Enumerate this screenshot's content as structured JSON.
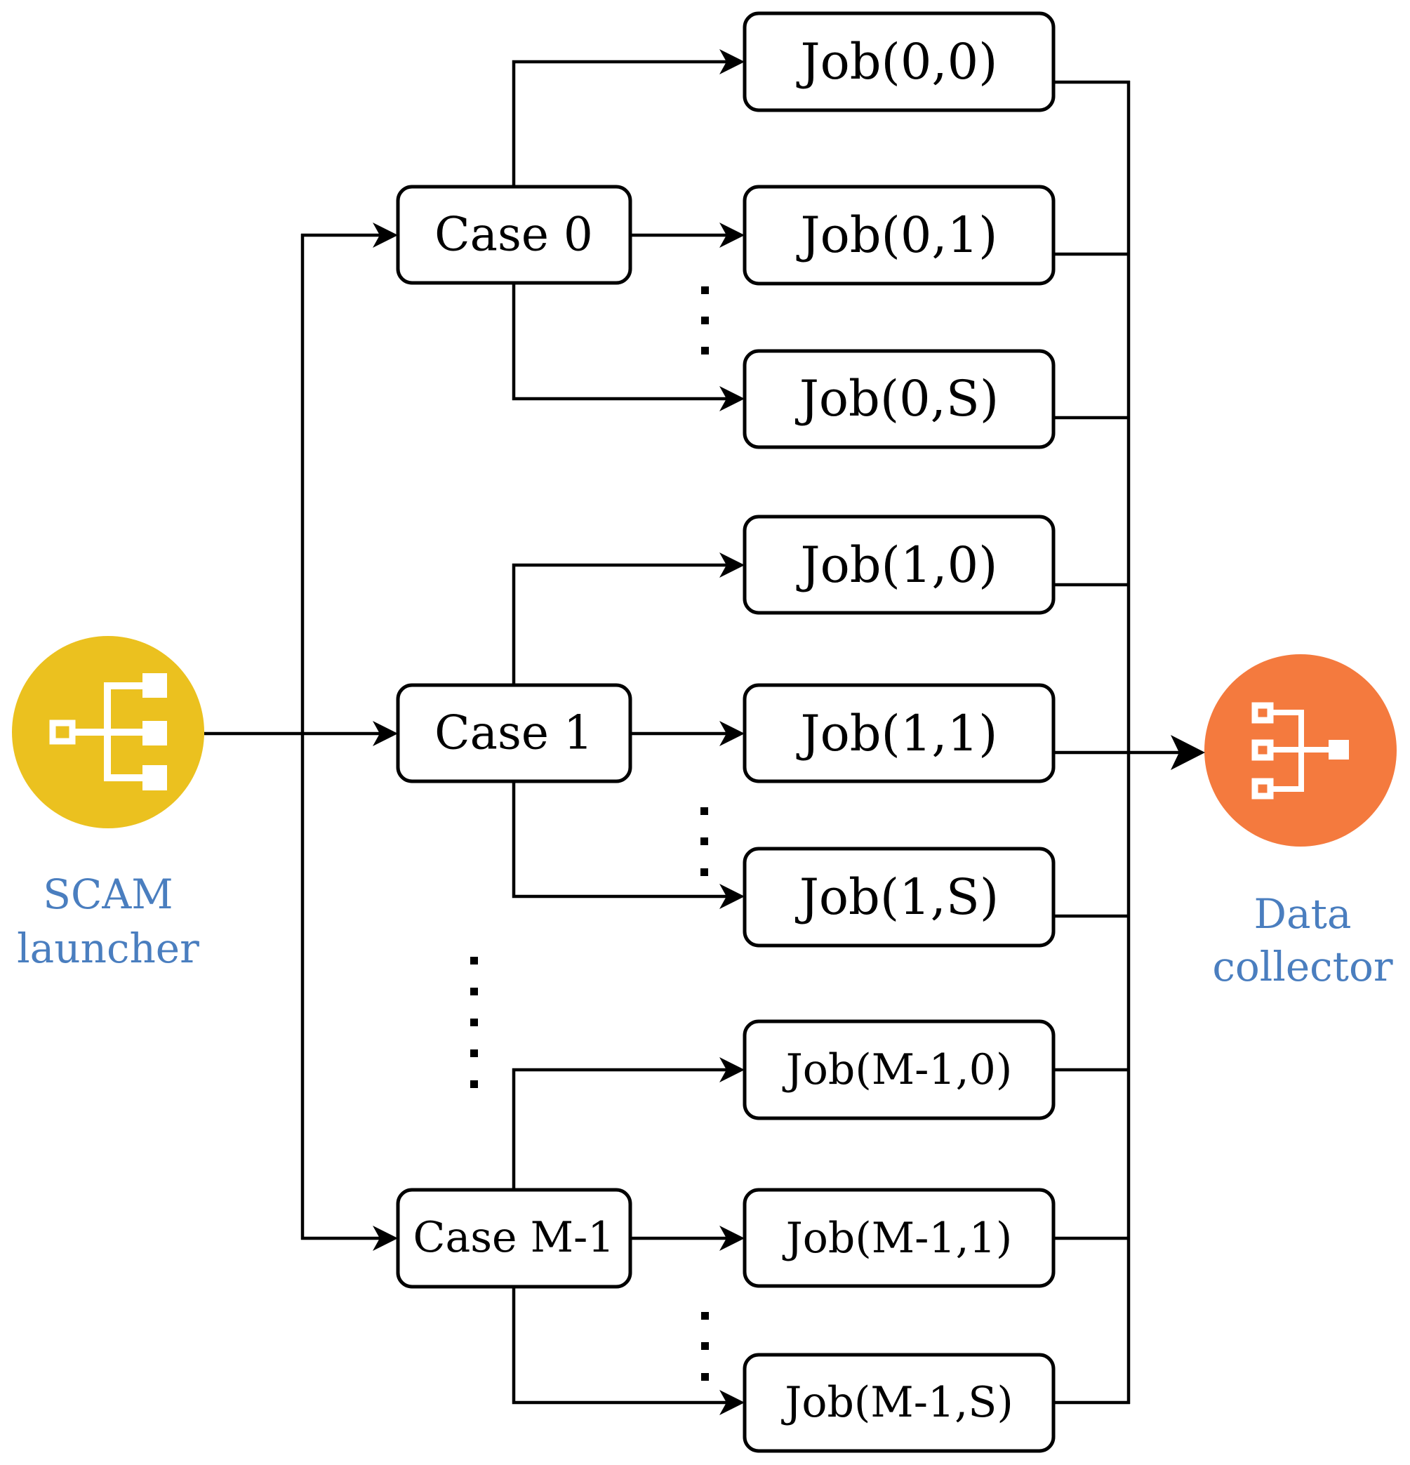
{
  "colors": {
    "launcher": "#EBC11F",
    "collector": "#F47A3E",
    "label_text": "#4A7EBF",
    "line": "#000000"
  },
  "launcher": {
    "label_line1": "SCAM",
    "label_line2": "launcher",
    "icon": "hierarchy-split-icon"
  },
  "collector": {
    "label_line1": "Data",
    "label_line2": "collector",
    "icon": "hierarchy-merge-icon"
  },
  "cases": [
    {
      "label": "Case 0",
      "jobs": [
        "Job(0,0)",
        "Job(0,1)",
        "Job(0,S)"
      ]
    },
    {
      "label": "Case 1",
      "jobs": [
        "Job(1,0)",
        "Job(1,1)",
        "Job(1,S)"
      ]
    },
    {
      "label": "Case M-1",
      "jobs": [
        "Job(M-1,0)",
        "Job(M-1,1)",
        "Job(M-1,S)"
      ]
    }
  ],
  "ellipsis": {
    "between_cases": "vertical-ellipsis",
    "between_jobs": "vertical-ellipsis"
  }
}
